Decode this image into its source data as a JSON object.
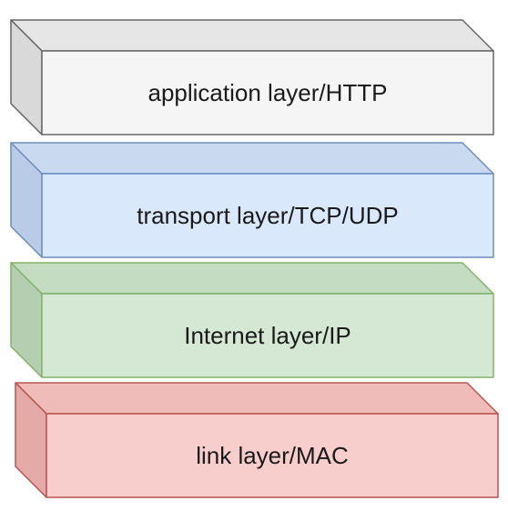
{
  "diagram": {
    "layers": [
      {
        "label": "application layer/HTTP",
        "front": "#f5f5f5",
        "top": "#e6e6e6",
        "side": "#d9d9d9",
        "stroke": "#666666"
      },
      {
        "label": "transport layer/TCP/UDP",
        "front": "#dae8fc",
        "top": "#c9d9f0",
        "side": "#b9cbe6",
        "stroke": "#6c8ebf"
      },
      {
        "label": "Internet layer/IP",
        "front": "#d5e8d4",
        "top": "#c4dcc2",
        "side": "#b3ceb0",
        "stroke": "#82b366"
      },
      {
        "label": "link layer/MAC",
        "front": "#f8cecc",
        "top": "#efbcba",
        "side": "#e3aaa8",
        "stroke": "#b85450"
      }
    ]
  }
}
